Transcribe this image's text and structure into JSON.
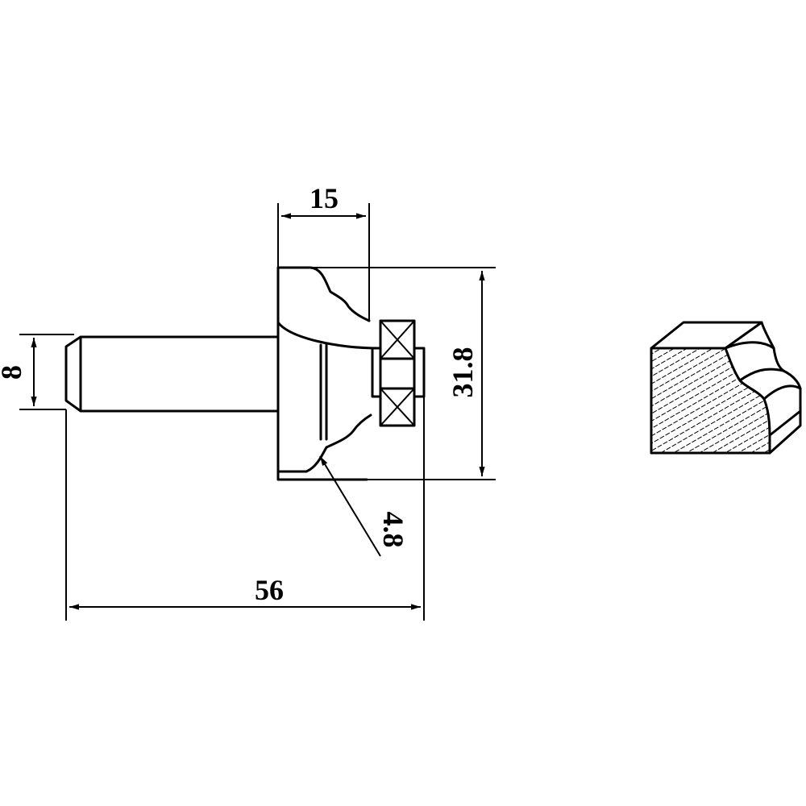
{
  "dimensions": {
    "cutter_width": "15",
    "cutting_diameter": "31.8",
    "shank_diameter": "8",
    "overall_length": "56",
    "radius": "4.8"
  },
  "colors": {
    "line": "#000000",
    "background": "#ffffff"
  }
}
